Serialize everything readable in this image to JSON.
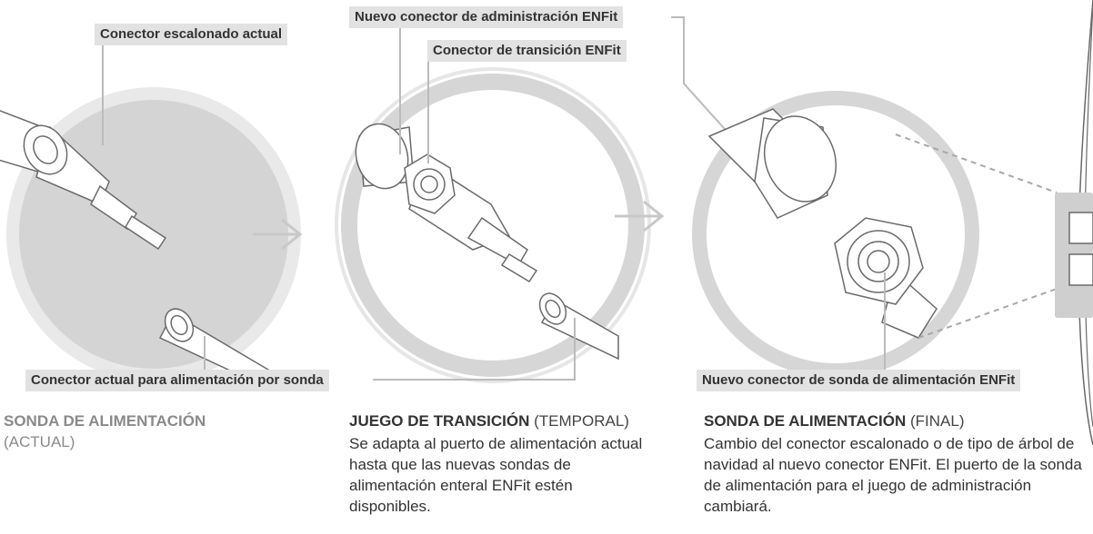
{
  "labels": {
    "current_step_connector": "Conector escalonado actual",
    "new_admin_connector": "Nuevo conector de administración ENFit",
    "transition_connector": "Conector de transición ENFit",
    "current_tube_connector": "Conector actual para alimentación por sonda",
    "new_tube_connector": "Nuevo conector de sonda de alimentación ENFit"
  },
  "captions": {
    "col1": {
      "title": "SONDA DE ALIMENTACIÓN",
      "qualifier": "(ACTUAL)"
    },
    "col2": {
      "title": "JUEGO DE TRANSICIÓN",
      "qualifier": "(TEMPORAL)",
      "body": "Se adapta al puerto de alimentación actual hasta que las nuevas sondas de alimentación enteral ENFit estén disponibles."
    },
    "col3": {
      "title": "SONDA DE ALIMENTACIÓN",
      "qualifier": "(FINAL)",
      "body": "Cambio del conector escalonado o de tipo de árbol de navidad al nuevo conector ENFit. El puerto de la sonda de alimentación para el juego de administración cambiará."
    }
  },
  "colors": {
    "label_bg": "#e2e2e2",
    "circle_fill": "#d4d4d4",
    "ring": "#e6e6e6",
    "line": "#6a6a6a",
    "text": "#333333",
    "muted": "#8a8a8a"
  }
}
